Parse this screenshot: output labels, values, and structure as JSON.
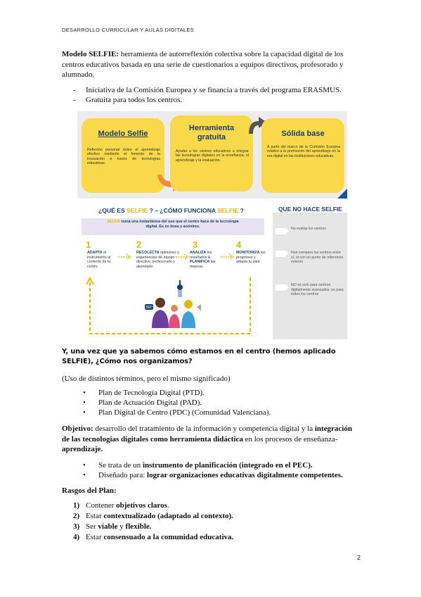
{
  "header": "DESARROLLO CURRICULAR Y AULAS DIGITALES",
  "intro": {
    "bold": "Modelo SELFIE:",
    "text": " herramienta de autorreflexión colectiva sobre la capacidad digital de los centros educativos basada en una serie de cuestionarios a equipos directivos, profesorado y alumnado."
  },
  "dash_items": [
    "Iniciativa de la Comisión Europea y se financia a través del programa ERASMUS.",
    "Gratuita para todos los centros."
  ],
  "infographic1": {
    "cards": [
      {
        "title": "Modelo Selfie",
        "text": "Reflexión personal sobre el aprendizaje efectivo mediante el fomento de la innovación a través de tecnologías educativas."
      },
      {
        "title": "Herramienta gratuita",
        "text": "Ayudar a los centros educativos a integrar las tecnologías digitales en la enseñanza, el aprendizaje y la evaluación."
      },
      {
        "title": "Sólida base",
        "text": "A partir del marco de la Comisión Europea relativo a la promoción del aprendizaje en la era digital en las instituciones educativas."
      }
    ]
  },
  "infographic2": {
    "title_a": "¿QUÉ ES ",
    "title_b": "SELFIE",
    "title_c": " ? – ¿CÓMO FUNCIONA ",
    "title_d": "SELFIE",
    "title_e": " ?",
    "lavender_a": "SELFIE",
    "lavender_b": " toma una instantánea del uso que el centro hace de la tecnología digital. Es en línea y anónimo.",
    "steps": [
      {
        "num": "1",
        "bold": "ADAPTA",
        "text": " el instrumento al contexto de tu centro"
      },
      {
        "num": "2",
        "bold": "RECOLECTA",
        "text": " opiniones y experiencias de equipo directivo, profesorado y alumnado"
      },
      {
        "num": "3",
        "bold": "ANALIZA",
        "text": " los resultados & ",
        "bold2": "PLANIFICA",
        "text2": " las mejoras"
      },
      {
        "num": "4",
        "bold": "MONITORIZA",
        "text": " los progresos y adapta tu plan"
      }
    ],
    "badge": "360°",
    "right_title": "QUE NO HACE SELFIE",
    "right_items": [
      "No evalúa los centros",
      "Non compara los centros entre sí, ni con un punto de referencia externo",
      "NO es solo para centros digitalmente avanzados: es para todos los centros"
    ]
  },
  "question_heading": "Y, una vez que ya sabemos cómo estamos en el centro (hemos aplicado SELFIE), ¿Cómo nos organizamos?",
  "terms_note": "(Uso de distintos términos, pero el mismo significado)",
  "terms": [
    "Plan de Tecnología Digital (PTD).",
    "Plan de Actuación Digital (PAD).",
    "Plan Digital de Centro (PDC) (Comunidad Valenciana)."
  ],
  "objective": {
    "label": "Objetivo:",
    "text1": " desarrollo del tratamiento de la información y competencia digital y la ",
    "bold1": "integración de las tecnologías digitales como herramienta didáctica",
    "text2": " en los procesos de enseñanza-",
    "bold2": "aprendizaje."
  },
  "obj_bullets": [
    {
      "pre": "Se trata de un ",
      "bold": "instrumento de planificación (integrado en el PEC)."
    },
    {
      "pre": "Diseñado para: ",
      "bold": "lograr organizaciones educativas digitalmente competentes."
    }
  ],
  "rasgos_title": "Rasgos del Plan:",
  "rasgos": [
    {
      "num": "1)",
      "pre": "Contener ",
      "bold": "objetivos claros",
      "post": "."
    },
    {
      "num": "2)",
      "pre": "Estar ",
      "bold": "contextualizado (adaptado al contexto).",
      "post": ""
    },
    {
      "num": "3)",
      "pre": "Ser ",
      "bold": "viable",
      "mid": " y ",
      "bold2": "flexible.",
      "post": ""
    },
    {
      "num": "4)",
      "pre": "Estar ",
      "bold": "consensuado a la comunidad educativa.",
      "post": ""
    }
  ],
  "page_number": "2",
  "colors": {
    "yellow": "#f9d949",
    "navy": "#1d3e6e",
    "orange": "#f08a3c",
    "gray": "#ececec"
  }
}
